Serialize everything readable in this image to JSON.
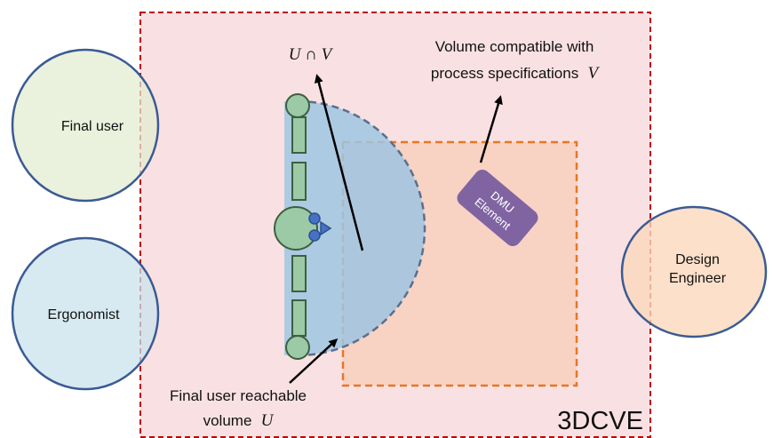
{
  "labels": {
    "final_user": "Final user",
    "ergonomist": "Ergonomist",
    "design_engineer_line1": "Design",
    "design_engineer_line2": "Engineer",
    "intersection": "U ∩ V",
    "volume_v_line1": "Volume compatible with",
    "volume_v_line2_text": "process specifications",
    "volume_v_symbol": "V",
    "reach_line1": "Final user reachable",
    "reach_line2_text": "volume",
    "reach_symbol": "U",
    "dmu_line1": "DMU",
    "dmu_line2": "Element",
    "environment": "3DCVE"
  },
  "colors": {
    "environment_fill": "#f9e1e3",
    "environment_border": "#c00000",
    "final_user_fill": "#e3ecd1",
    "ergonomist_fill": "#c9e3ec",
    "design_engineer_fill": "#fbd8bd",
    "circle_border": "#3b5b93",
    "reach_fill": "#a8cfe8",
    "reach_border": "#5a6f8f",
    "process_fill": "#f8cfbd",
    "process_border": "#e87722",
    "dmu_fill": "#8064a2",
    "body_fill": "#9cc9a6",
    "body_border": "#3d5f3f",
    "eye_fill": "#4472c4"
  }
}
